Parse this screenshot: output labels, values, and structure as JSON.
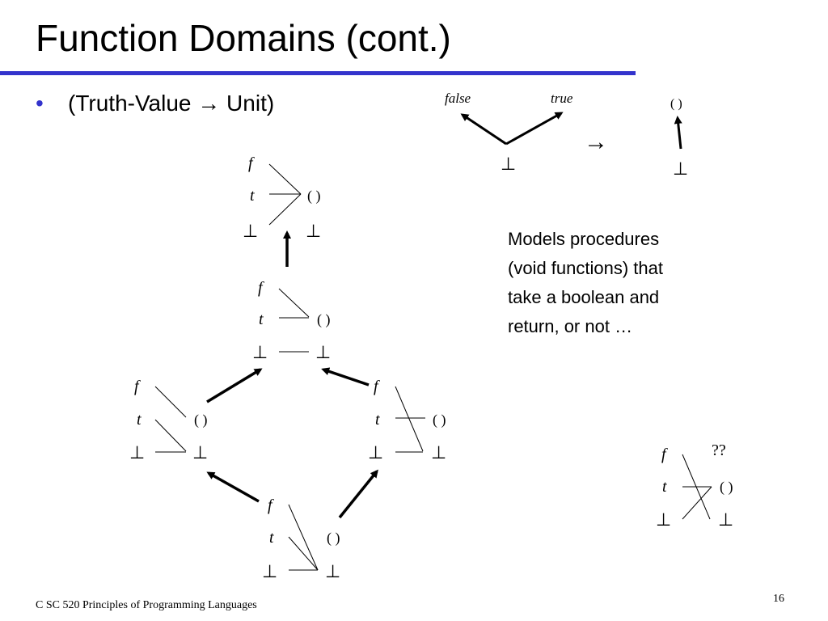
{
  "slide": {
    "title": "Function Domains (cont.)",
    "bullet": {
      "marker": "•",
      "text_before": "(Truth-Value ",
      "arrow": "→",
      "text_after": " Unit)"
    },
    "description_lines": [
      "Models procedures",
      "(void functions) that",
      "take a boolean and",
      "return, or not …"
    ],
    "footer": "C SC 520 Principles of Programming Languages",
    "page_number": "16",
    "accent_color": "#3333cc"
  },
  "diagram": {
    "domain_labels": {
      "false": "false",
      "true": "true",
      "bottom": "⊥"
    },
    "map_arrow": "→",
    "codomain_labels": {
      "unit": "( )",
      "bottom": "⊥"
    },
    "function_labels": {
      "f": "f",
      "t": "t",
      "bottom": "⊥",
      "unit": "( )"
    },
    "question_mark": "??"
  }
}
